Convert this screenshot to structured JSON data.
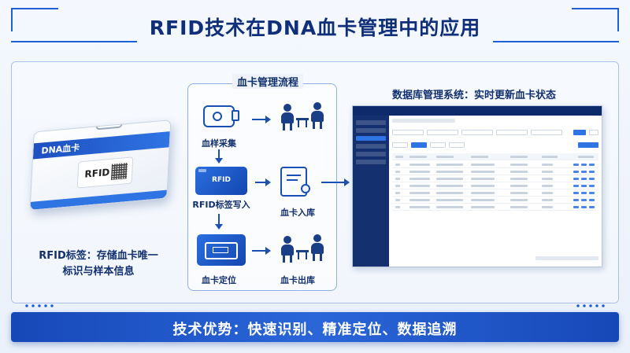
{
  "title": "RFID技术在DNA血卡管理中的应用",
  "card": {
    "stripe_label": "DNA血卡",
    "tag_label": "RFID",
    "caption_line1": "RFID标签：存储血卡唯一",
    "caption_line2": "标识与样本信息"
  },
  "process": {
    "title": "血卡管理流程",
    "steps": [
      {
        "label": "血样采集",
        "icon": "card-reader-icon"
      },
      {
        "label": "RFID标签写入",
        "icon": "rfid-card-icon",
        "chip_text": "RFID"
      },
      {
        "label": "血卡定位",
        "icon": "card-box-icon"
      },
      {
        "label": "血卡入库",
        "icon": "document-storage-icon"
      },
      {
        "label": "血卡出库",
        "icon": "people-handover-icon"
      }
    ]
  },
  "database": {
    "caption": "数据库管理系统：实时更新血卡状态"
  },
  "banner": {
    "text": "技术优势：快速识别、精准定位、数据追溯"
  },
  "colors": {
    "primary": "#1f5fd6",
    "dark": "#12306e",
    "banner": "#1748b8"
  }
}
